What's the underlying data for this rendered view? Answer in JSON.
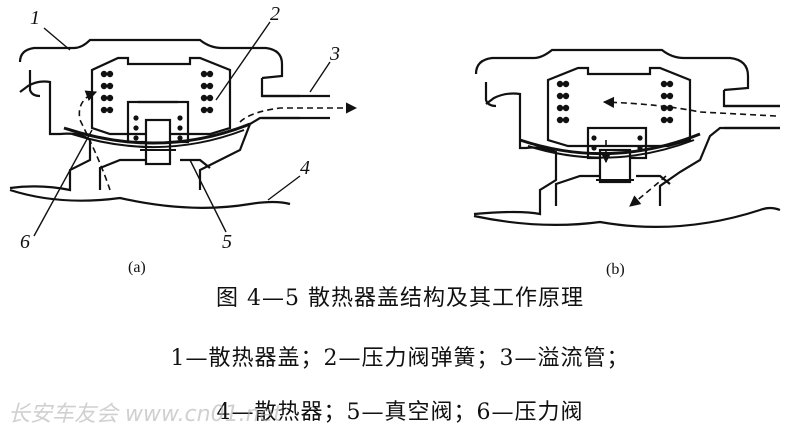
{
  "figure": {
    "title": "图 4—5 散热器盖结构及其工作原理",
    "legend_line_1": "1—散热器盖；2—压力阀弹簧；3—溢流管；",
    "legend_line_2": "4—散热器；5—真空阀；6—压力阀",
    "subfigure_labels": [
      "(a)",
      "(b)"
    ],
    "callouts": [
      "1",
      "2",
      "3",
      "4",
      "5",
      "6"
    ]
  },
  "watermark": "长安车友会 www.cn01.net"
}
